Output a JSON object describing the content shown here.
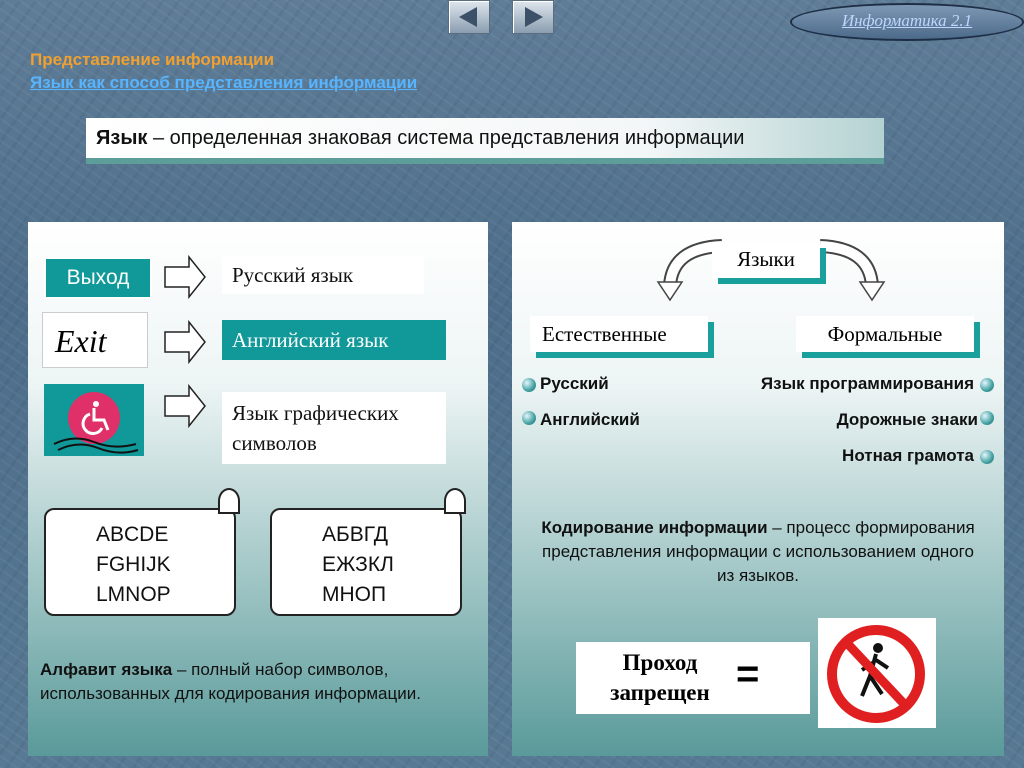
{
  "nav": {
    "prev_icon": "triangle-left-icon",
    "next_icon": "triangle-right-icon",
    "badge": "Информатика  2.1"
  },
  "header": {
    "title": "Представление информации",
    "subtitle": "Язык как способ представления информации"
  },
  "definition": {
    "term": "Язык",
    "text": " – определенная знаковая система представления информации"
  },
  "left": {
    "rows": [
      {
        "icon_text": "Выход",
        "label": "Русский язык"
      },
      {
        "icon_text": "Exit",
        "label": "Английский язык"
      },
      {
        "icon_text": "wheelchair-sign-icon",
        "label": "Язык графических символов"
      }
    ],
    "scroll1": [
      "ABCDE",
      "FGHIJK",
      "LMNOP"
    ],
    "scroll2": [
      "АБВГД",
      "ЕЖЗКЛ",
      "МНОП"
    ],
    "alphabet_term": "Алфавит языка",
    "alphabet_text": " – полный набор символов, использованных для кодирования информации."
  },
  "right": {
    "root": "Языки",
    "natural": "Естественные",
    "formal": "Формальные",
    "natural_items": [
      "Русский",
      "Английский"
    ],
    "formal_items": [
      "Язык программирования",
      "Дорожные знаки",
      "Нотная грамота"
    ],
    "coding_term": "Кодирование информации",
    "coding_text": " – процесс формирования представления информации с использованием одного из языков.",
    "sign_text": "Проход запрещен",
    "equals": "="
  },
  "colors": {
    "accent": "#119898",
    "title": "#f0a030",
    "link": "#57b4ff"
  }
}
